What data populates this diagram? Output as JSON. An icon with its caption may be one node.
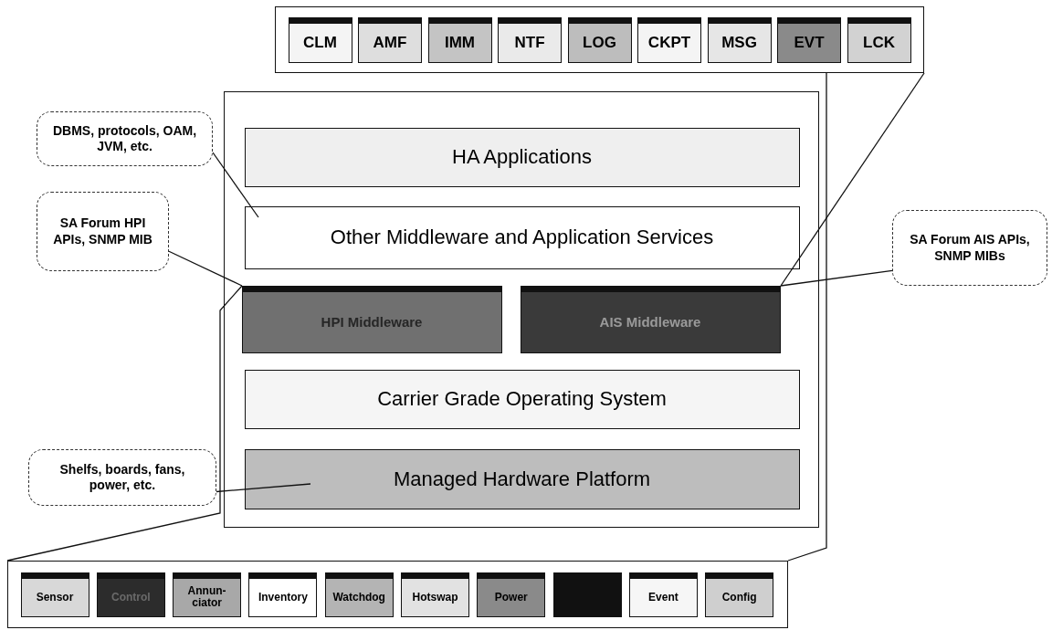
{
  "diagram": {
    "nodes": [
      {
        "text": [],
        "shape": "box"
      },
      {
        "text": [
          "CLM"
        ],
        "in": 0
      },
      {
        "text": [
          "AMF"
        ],
        "in": 0
      },
      {
        "text": [
          "IMM"
        ],
        "in": 0
      },
      {
        "text": [
          "NTF"
        ],
        "in": 0
      },
      {
        "text": [
          "LOG"
        ],
        "in": 0
      },
      {
        "text": [
          "CKPT"
        ],
        "in": 0
      },
      {
        "text": [
          "MSG"
        ],
        "in": 0
      },
      {
        "text": [
          "EVT"
        ],
        "in": 0
      },
      {
        "text": [
          "LCK"
        ],
        "in": 0
      },
      {
        "text": [],
        "shape": "box"
      },
      {
        "text": [
          "HA Applications"
        ],
        "in": 10
      },
      {
        "text": [
          "Other Middleware and Application Services"
        ],
        "in": 10
      },
      {
        "text": [
          "HPI Middleware"
        ],
        "in": 10
      },
      {
        "text": [
          "AIS Middleware"
        ],
        "in": 10
      },
      {
        "text": [
          "Carrier Grade Operating System"
        ],
        "in": 10
      },
      {
        "text": [
          "Managed Hardware Platform"
        ],
        "in": 10
      },
      {
        "text": [],
        "shape": "box"
      },
      {
        "text": [
          "Sensor"
        ],
        "in": 17
      },
      {
        "text": [
          "Control"
        ],
        "in": 17
      },
      {
        "text": [
          "Annun- ciator"
        ],
        "in": 17
      },
      {
        "text": [
          "Inventory"
        ],
        "in": 17
      },
      {
        "text": [
          "Watchdog"
        ],
        "in": 17
      },
      {
        "text": [
          "Hotswap"
        ],
        "in": 17
      },
      {
        "text": [
          "Power"
        ],
        "in": 17
      },
      {
        "text": [],
        "shape": "box",
        "in": 17
      },
      {
        "text": [
          "Event"
        ],
        "in": 17
      },
      {
        "text": [
          "Config"
        ],
        "in": 17
      },
      {
        "text": [
          "DBMS, protocols, OAM, JVM, etc."
        ]
      },
      {
        "text": [
          "SA Forum HPI APIs, SNMP MIB"
        ]
      },
      {
        "text": [
          "SA Forum AIS APIs, SNMP MIBs"
        ]
      },
      {
        "text": [
          "Shelfs, boards, fans, power, etc."
        ]
      }
    ],
    "edges": [
      {
        "from": 28,
        "to": 12,
        "arrow": "none"
      },
      {
        "from": 29,
        "to": 13,
        "arrow": "none"
      },
      {
        "from": 30,
        "to": 14,
        "arrow": "none"
      },
      {
        "from": 31,
        "to": 16,
        "arrow": "none"
      },
      {
        "from": 0,
        "to": 14,
        "arrow": "none"
      },
      {
        "from": 0,
        "to": 17,
        "arrow": "none"
      },
      {
        "from": 13,
        "to": 17,
        "arrow": "none"
      }
    ]
  }
}
